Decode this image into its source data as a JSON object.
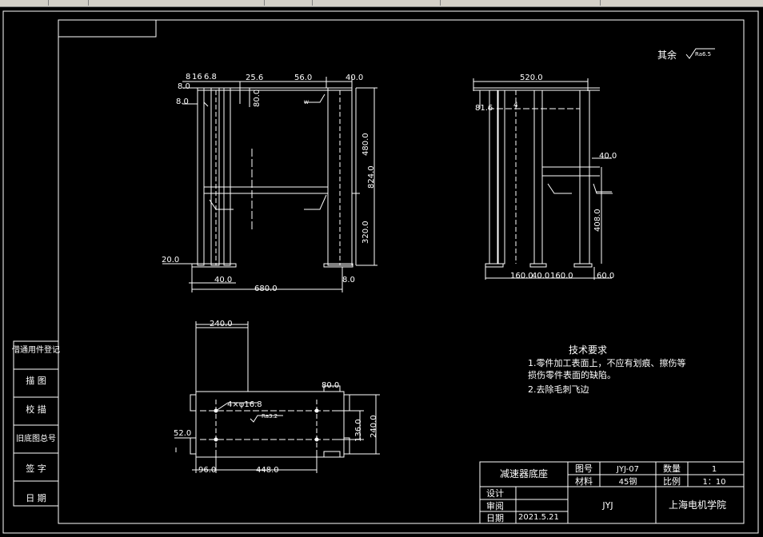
{
  "surface_note": "其余",
  "surface_symbol": "Ra6.5",
  "front_dims": {
    "d_8_16": "8",
    "d_16": "16",
    "d_6_8": "6.8",
    "d_25_6": "25.6",
    "d_56": "56.0",
    "d_40_top": "40.0",
    "d_8_left": "8.0",
    "d_8_left2": "8.0",
    "d_80": "80.0",
    "d_480": "480.0",
    "d_824": "824.0",
    "d_320": "320.0",
    "d_20": "20.0",
    "d_40_bot": "40.0",
    "d_680": "680.0",
    "d_8_bot": "8.0"
  },
  "side_dims": {
    "d_520": "520.0",
    "d_81_6": "81.6",
    "d_4": "4",
    "d_40_right": "40.0",
    "d_408": "408.0",
    "d_160a": "160.0",
    "d_40_mid": "40.0",
    "d_160b": "160.0",
    "d_60": "60.0"
  },
  "top_dims": {
    "d_240_top": "240.0",
    "d_hole": "4×φ16.8",
    "d_ra": "Ra3.2",
    "d_80": "80.0",
    "d_136": "136.0",
    "d_240_right": "240.0",
    "d_52": "52.0",
    "d_96": "96.0",
    "d_448": "448.0"
  },
  "tech_req": {
    "title": "技术要求",
    "line1": "1.零件加工表面上，不应有划痕、擦伤等",
    "line2": "损伤零件表面的缺陷。",
    "line3": "2.去除毛刺飞边"
  },
  "side_labels": [
    "借通用件登记",
    "描  图",
    "校  描",
    "旧底图总号",
    "签  字",
    "日  期"
  ],
  "title_block": {
    "part_name": "减速器底座",
    "drawing_no_label": "图号",
    "drawing_no": "JYJ-07",
    "qty_label": "数量",
    "qty": "1",
    "material_label": "材料",
    "material": "45钢",
    "scale_label": "比例",
    "scale": "1：10",
    "design_label": "设计",
    "review_label": "审阅",
    "date_label": "日期",
    "date": "2021.5.21",
    "code": "JYJ",
    "school": "上海电机学院"
  },
  "colors": {
    "background": "#000000",
    "line": "#ffffff"
  }
}
